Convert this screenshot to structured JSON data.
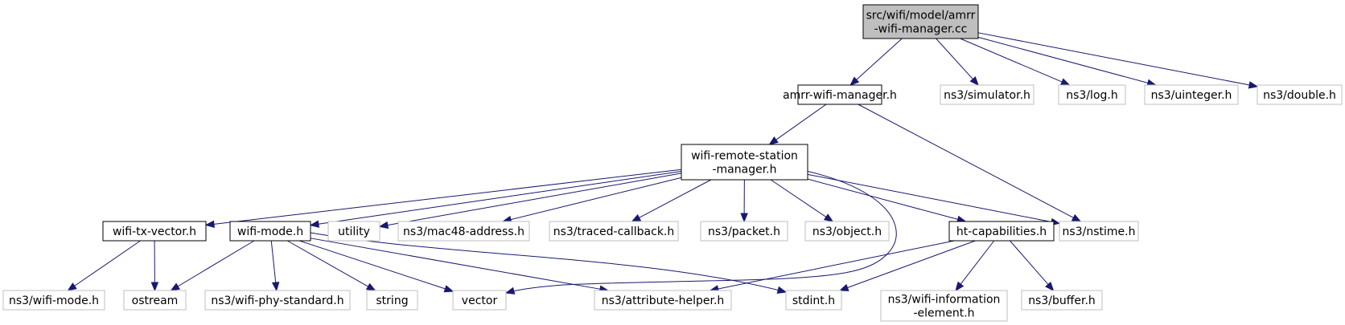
{
  "colors": {
    "edge": "#191970",
    "root_fill": "#bfbfbf",
    "local_border": "#000000",
    "external_border": "#bfbfbf",
    "text": "#000000"
  },
  "nodes": [
    {
      "id": "root",
      "lines": [
        "src/wifi/model/amrr",
        "-wifi-manager.cc"
      ],
      "kind": "root"
    },
    {
      "id": "amrr",
      "lines": [
        "amrr-wifi-manager.h"
      ],
      "kind": "local"
    },
    {
      "id": "simulator",
      "lines": [
        "ns3/simulator.h"
      ],
      "kind": "external"
    },
    {
      "id": "log",
      "lines": [
        "ns3/log.h"
      ],
      "kind": "external"
    },
    {
      "id": "uinteger",
      "lines": [
        "ns3/uinteger.h"
      ],
      "kind": "external"
    },
    {
      "id": "double",
      "lines": [
        "ns3/double.h"
      ],
      "kind": "external"
    },
    {
      "id": "wrsm",
      "lines": [
        "wifi-remote-station",
        "-manager.h"
      ],
      "kind": "local"
    },
    {
      "id": "nstime",
      "lines": [
        "ns3/nstime.h"
      ],
      "kind": "external"
    },
    {
      "id": "txvector",
      "lines": [
        "wifi-tx-vector.h"
      ],
      "kind": "local"
    },
    {
      "id": "wifimode",
      "lines": [
        "wifi-mode.h"
      ],
      "kind": "local"
    },
    {
      "id": "utility",
      "lines": [
        "utility"
      ],
      "kind": "external"
    },
    {
      "id": "mac48",
      "lines": [
        "ns3/mac48-address.h"
      ],
      "kind": "external"
    },
    {
      "id": "traced",
      "lines": [
        "ns3/traced-callback.h"
      ],
      "kind": "external"
    },
    {
      "id": "packet",
      "lines": [
        "ns3/packet.h"
      ],
      "kind": "external"
    },
    {
      "id": "object",
      "lines": [
        "ns3/object.h"
      ],
      "kind": "external"
    },
    {
      "id": "htcap",
      "lines": [
        "ht-capabilities.h"
      ],
      "kind": "local"
    },
    {
      "id": "ns3wifimode",
      "lines": [
        "ns3/wifi-mode.h"
      ],
      "kind": "external"
    },
    {
      "id": "ostream",
      "lines": [
        "ostream"
      ],
      "kind": "external"
    },
    {
      "id": "phystd",
      "lines": [
        "ns3/wifi-phy-standard.h"
      ],
      "kind": "external"
    },
    {
      "id": "string",
      "lines": [
        "string"
      ],
      "kind": "external"
    },
    {
      "id": "vector",
      "lines": [
        "vector"
      ],
      "kind": "external"
    },
    {
      "id": "attrhelper",
      "lines": [
        "ns3/attribute-helper.h"
      ],
      "kind": "external"
    },
    {
      "id": "stdint",
      "lines": [
        "stdint.h"
      ],
      "kind": "external"
    },
    {
      "id": "wifiinfo",
      "lines": [
        "ns3/wifi-information",
        "-element.h"
      ],
      "kind": "external"
    },
    {
      "id": "buffer",
      "lines": [
        "ns3/buffer.h"
      ],
      "kind": "external"
    }
  ],
  "edges": [
    [
      "root",
      "amrr"
    ],
    [
      "root",
      "simulator"
    ],
    [
      "root",
      "log"
    ],
    [
      "root",
      "uinteger"
    ],
    [
      "root",
      "double"
    ],
    [
      "amrr",
      "wrsm"
    ],
    [
      "amrr",
      "nstime"
    ],
    [
      "wrsm",
      "txvector"
    ],
    [
      "wrsm",
      "wifimode"
    ],
    [
      "wrsm",
      "utility"
    ],
    [
      "wrsm",
      "mac48"
    ],
    [
      "wrsm",
      "traced"
    ],
    [
      "wrsm",
      "packet"
    ],
    [
      "wrsm",
      "object"
    ],
    [
      "wrsm",
      "htcap"
    ],
    [
      "wrsm",
      "nstime"
    ],
    [
      "wrsm",
      "vector"
    ],
    [
      "txvector",
      "ns3wifimode"
    ],
    [
      "txvector",
      "ostream"
    ],
    [
      "wifimode",
      "ostream"
    ],
    [
      "wifimode",
      "phystd"
    ],
    [
      "wifimode",
      "string"
    ],
    [
      "wifimode",
      "vector"
    ],
    [
      "wifimode",
      "attrhelper"
    ],
    [
      "wifimode",
      "stdint"
    ],
    [
      "htcap",
      "attrhelper"
    ],
    [
      "htcap",
      "stdint"
    ],
    [
      "htcap",
      "wifiinfo"
    ],
    [
      "htcap",
      "buffer"
    ]
  ]
}
